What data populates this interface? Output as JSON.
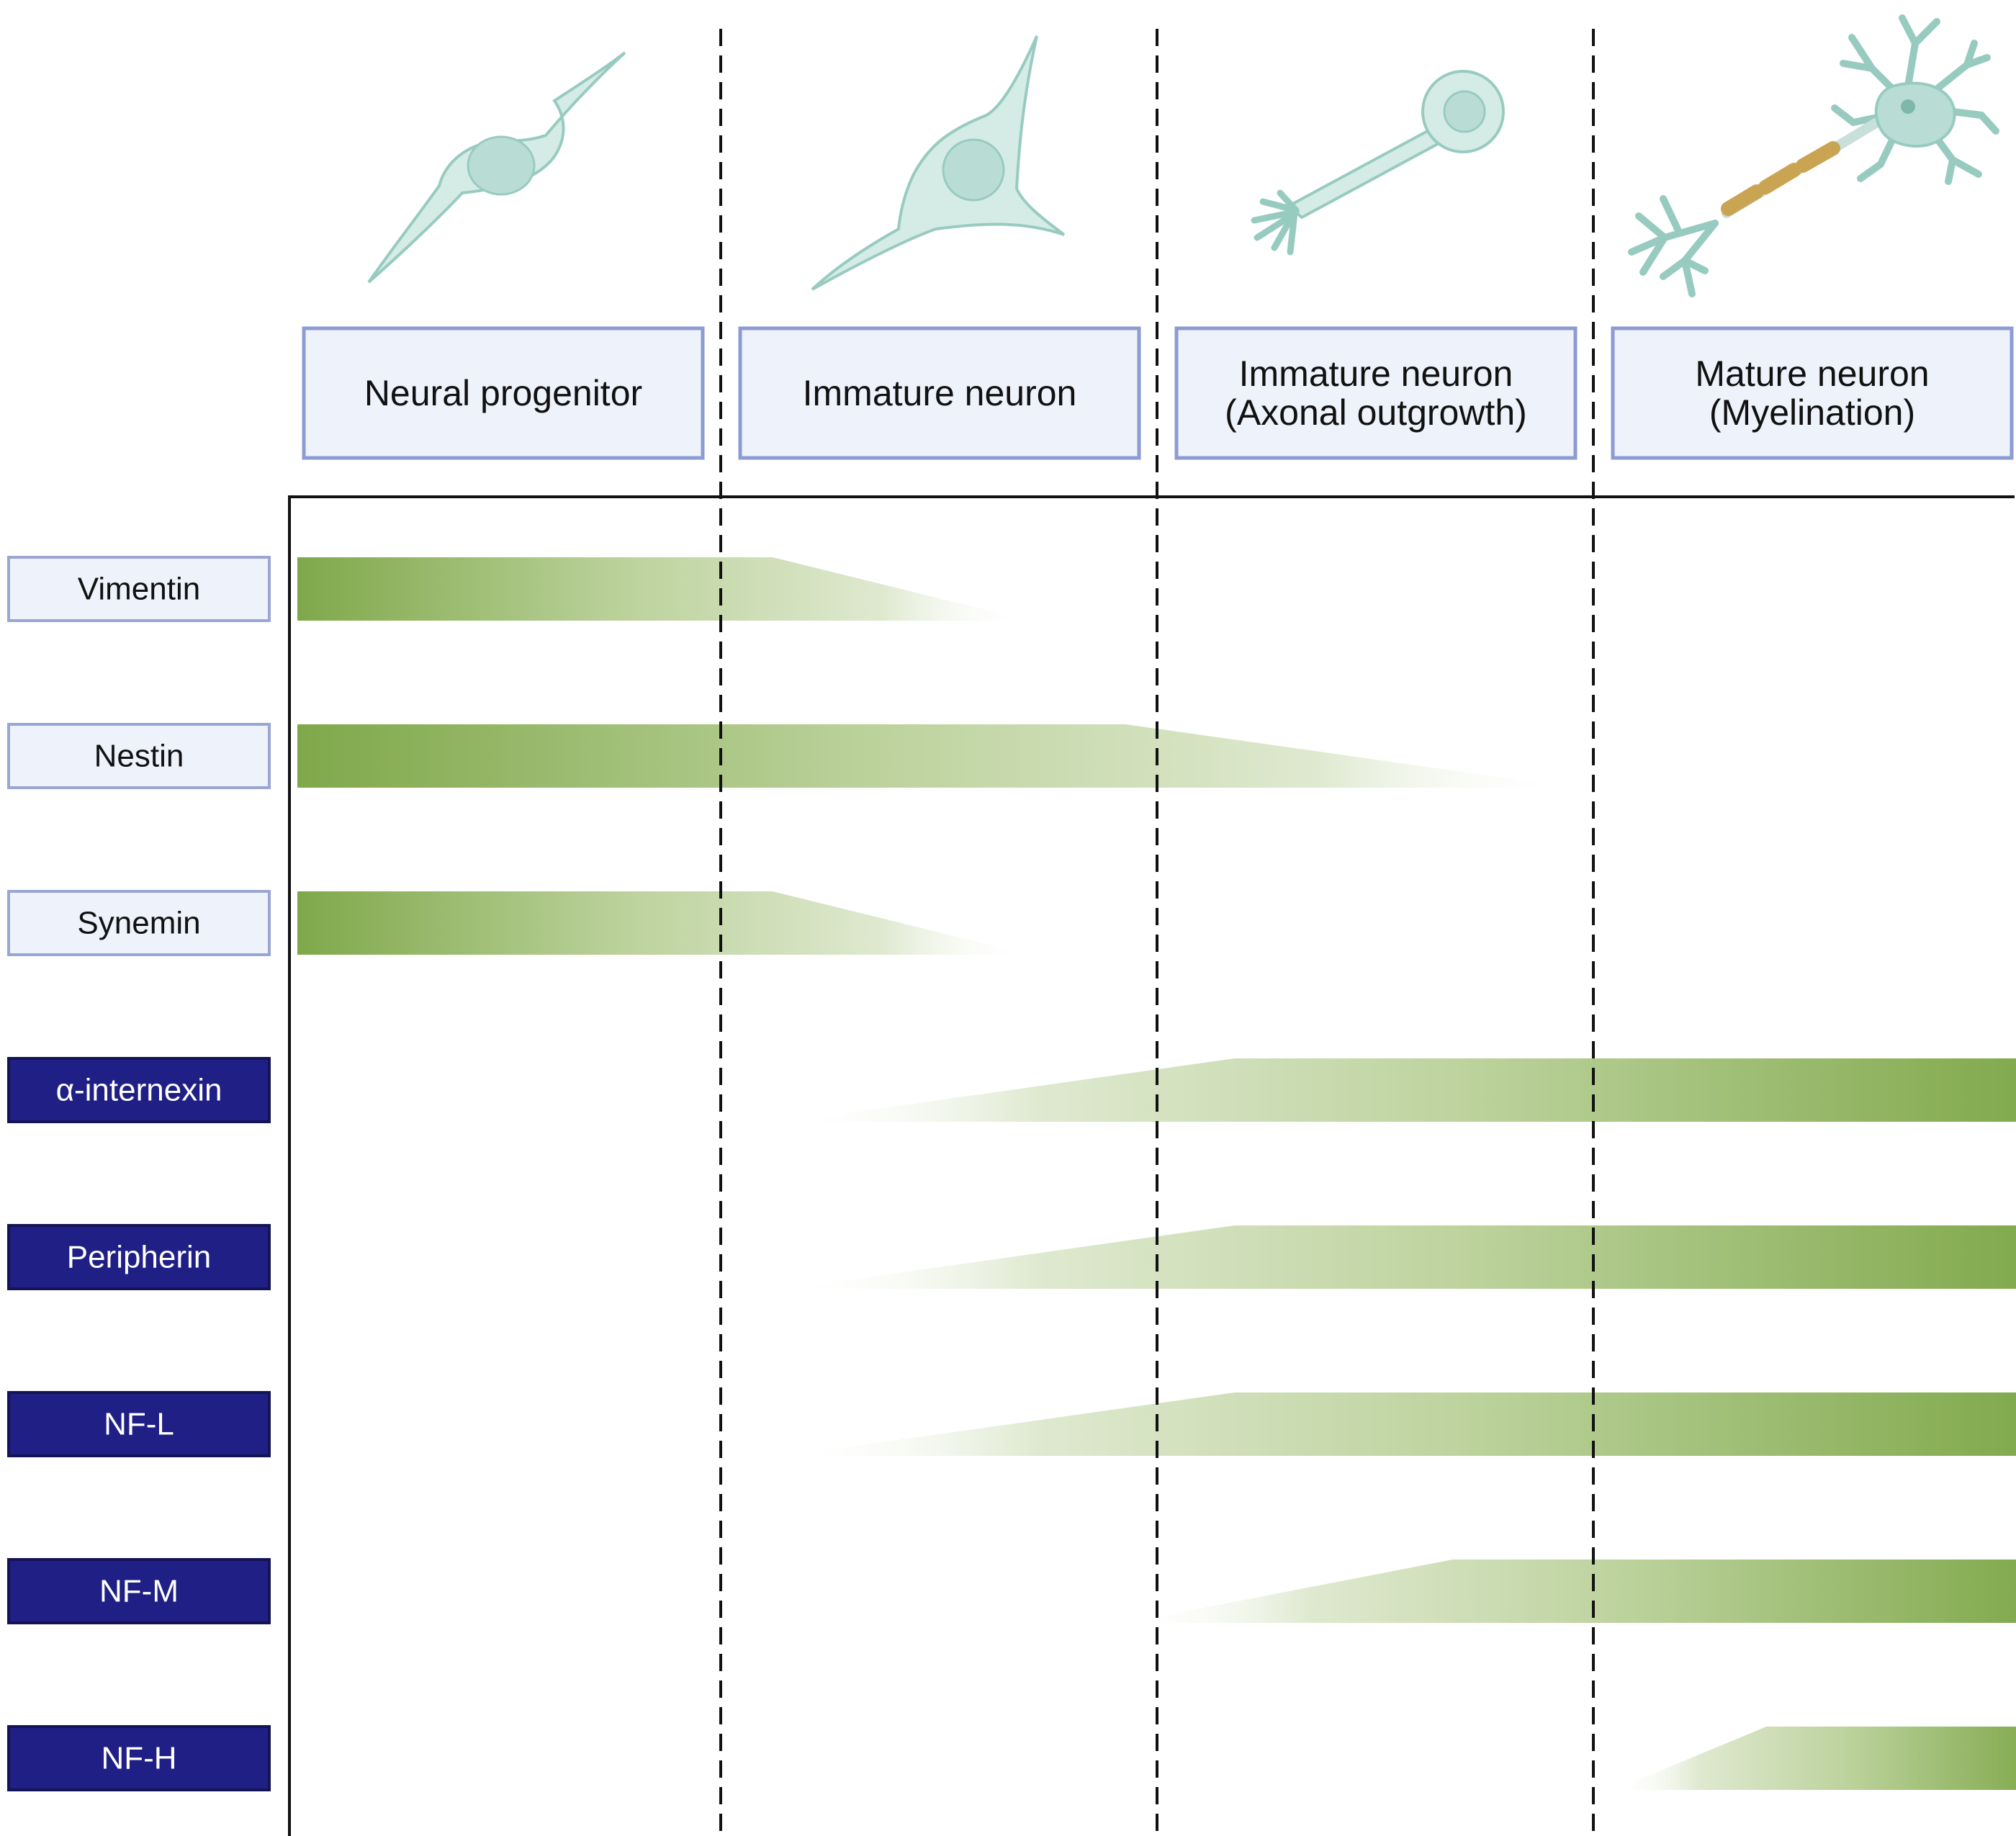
{
  "stages": [
    {
      "lines": [
        "Neural progenitor"
      ]
    },
    {
      "lines": [
        "Immature neuron"
      ]
    },
    {
      "lines": [
        "Immature neuron",
        "(Axonal outgrowth)"
      ]
    },
    {
      "lines": [
        "Mature neuron",
        "(Myelination)"
      ]
    }
  ],
  "markers": [
    {
      "label": "Vimentin",
      "group": "early",
      "start": 0.0,
      "full_to": 1.09,
      "end": 1.68,
      "fade": "right"
    },
    {
      "label": "Nestin",
      "group": "early",
      "start": 0.0,
      "full_to": 1.9,
      "end": 2.93,
      "fade": "right"
    },
    {
      "label": "Synemin",
      "group": "early",
      "start": 0.0,
      "full_to": 1.09,
      "end": 1.68,
      "fade": "right"
    },
    {
      "label": "α-internexin",
      "group": "late",
      "start": 1.12,
      "full_from": 2.15,
      "end": 4.0,
      "fade": "left"
    },
    {
      "label": "Peripherin",
      "group": "late",
      "start": 1.12,
      "full_from": 2.15,
      "end": 4.0,
      "fade": "left"
    },
    {
      "label": "NF-L",
      "group": "late",
      "start": 1.12,
      "full_from": 2.15,
      "end": 4.0,
      "fade": "left"
    },
    {
      "label": "NF-M",
      "group": "late",
      "start": 1.9,
      "full_from": 2.65,
      "end": 4.0,
      "fade": "left"
    },
    {
      "label": "NF-H",
      "group": "late",
      "start": 3.02,
      "full_from": 3.37,
      "end": 4.0,
      "fade": "left"
    }
  ],
  "colors": {
    "bar_strong": "#7fa84a",
    "bar_light": "#d9e6c7",
    "early_box_fill": "#eef2fb",
    "early_box_stroke": "#9aa6d2",
    "late_box_fill": "#1f1f86",
    "late_box_stroke": "#141455",
    "stage_box_fill": "#eef2fb",
    "stage_box_stroke": "#8d9bd3",
    "cell_fill": "#d5ebe6",
    "cell_stroke": "#98cbc0",
    "myelin": "#c9a452"
  },
  "icons": [
    "neural-progenitor-icon",
    "immature-neuron-icon",
    "axonal-outgrowth-neuron-icon",
    "mature-neuron-icon"
  ]
}
